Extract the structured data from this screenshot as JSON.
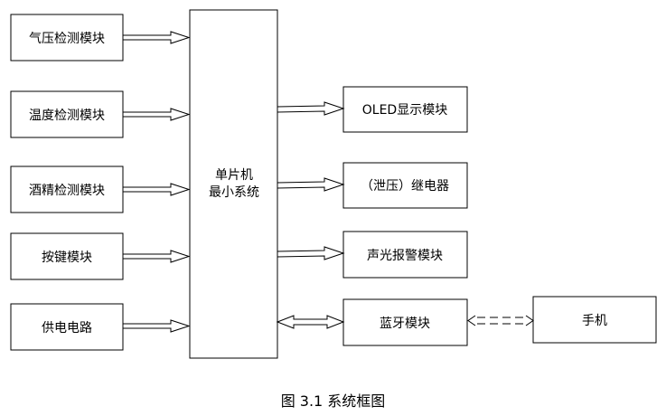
{
  "diagram": {
    "input_modules": [
      "气压检测模块",
      "温度检测模块",
      "酒精检测模块",
      "按键模块",
      "供电电路"
    ],
    "mcu_line1": "单片机",
    "mcu_line2": "最小系统",
    "output_modules": [
      "OLED显示模块",
      "（泄压）继电器",
      "声光报警模块",
      "蓝牙模块"
    ],
    "phone": "手机",
    "caption": "图 3.1  系统框图"
  },
  "colors": {
    "line": "#000000",
    "background": "#ffffff"
  }
}
